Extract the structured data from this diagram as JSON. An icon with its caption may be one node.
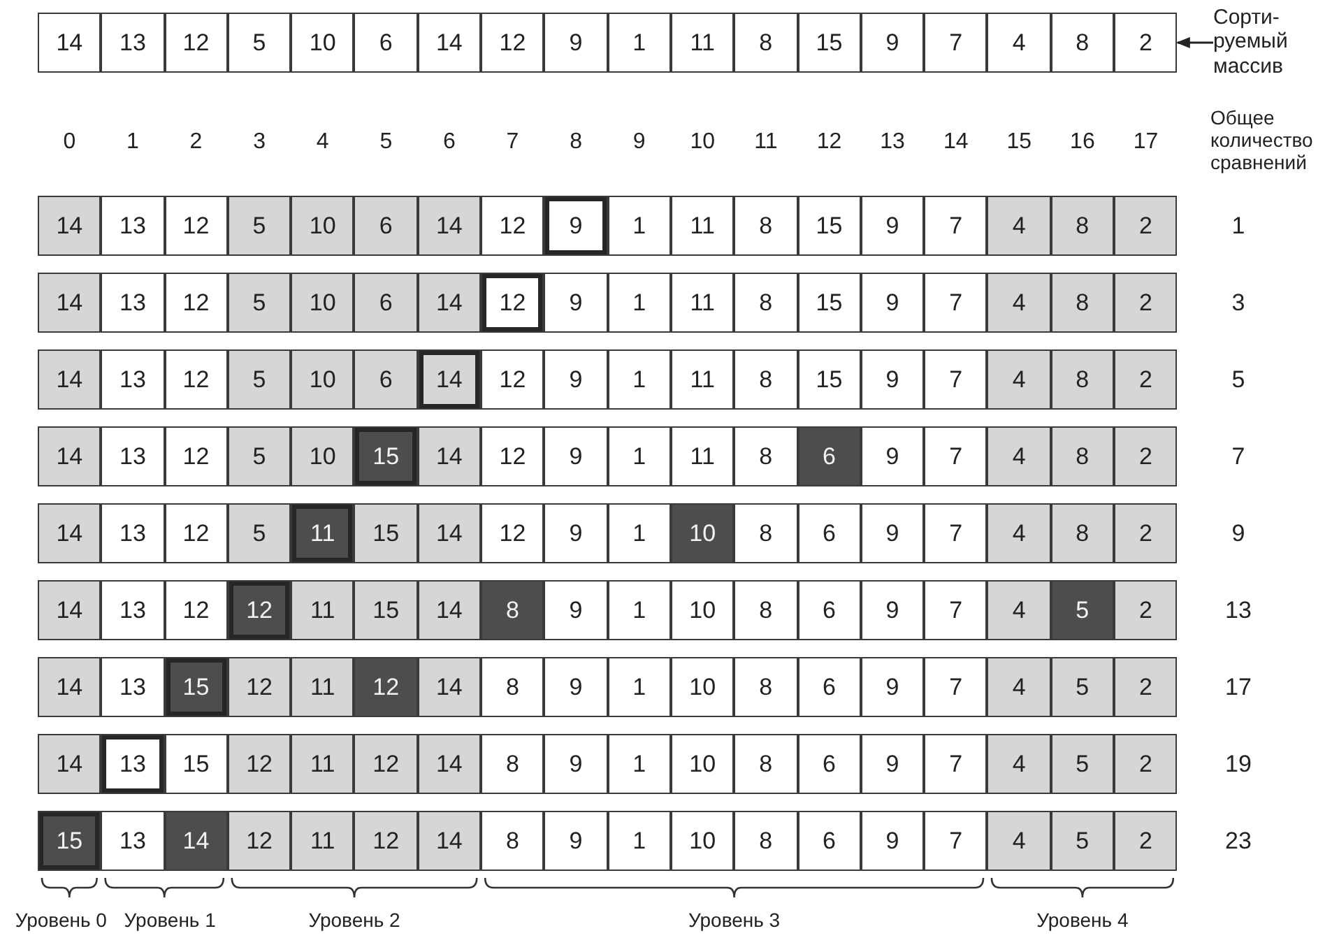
{
  "diagram": {
    "nodes": [
      {
        "text": [
          "14",
          "13",
          "12",
          "5",
          "10",
          "6",
          "14",
          "12",
          "9",
          "1",
          "11",
          "8",
          "15",
          "9",
          "7",
          "4",
          "8",
          "2"
        ]
      },
      {
        "text": [
          "Сорти- руемый массив"
        ]
      }
    ],
    "edges": [
      {
        "from": 1,
        "to": 0,
        "arrow": "to"
      }
    ],
    "labels": [
      "0",
      "1",
      "2",
      "3",
      "4",
      "5",
      "6",
      "7",
      "8",
      "9",
      "10",
      "11",
      "12",
      "13",
      "14",
      "15",
      "16",
      "17",
      "Общее количество сравнений",
      "14",
      "13",
      "12",
      "5",
      "10",
      "6",
      "14",
      "12",
      "9",
      "1",
      "11",
      "8",
      "15",
      "9",
      "7",
      "4",
      "8",
      "2",
      "1",
      "14",
      "13",
      "12",
      "5",
      "10",
      "6",
      "14",
      "12",
      "9",
      "1",
      "11",
      "8",
      "15",
      "9",
      "7",
      "4",
      "8",
      "2",
      "3",
      "14",
      "13",
      "12",
      "5",
      "10",
      "6",
      "14",
      "12",
      "9",
      "1",
      "11",
      "8",
      "15",
      "9",
      "7",
      "4",
      "8",
      "2",
      "5",
      "14",
      "13",
      "12",
      "5",
      "10",
      "15",
      "14",
      "12",
      "9",
      "1",
      "11",
      "8",
      "6",
      "9",
      "7",
      "4",
      "8",
      "2",
      "7",
      "14",
      "13",
      "12",
      "5",
      "11",
      "15",
      "14",
      "12",
      "9",
      "1",
      "10",
      "8",
      "6",
      "9",
      "7",
      "4",
      "8",
      "2",
      "9",
      "14",
      "13",
      "12",
      "12",
      "11",
      "15",
      "14",
      "8",
      "9",
      "1",
      "10",
      "8",
      "6",
      "9",
      "7",
      "4",
      "5",
      "2",
      "13",
      "14",
      "13",
      "15",
      "12",
      "11",
      "12",
      "14",
      "8",
      "9",
      "1",
      "10",
      "8",
      "6",
      "9",
      "7",
      "4",
      "5",
      "2",
      "17",
      "14",
      "13",
      "15",
      "12",
      "11",
      "12",
      "14",
      "8",
      "9",
      "1",
      "10",
      "8",
      "6",
      "9",
      "7",
      "4",
      "5",
      "2",
      "19",
      "15",
      "13",
      "14",
      "12",
      "11",
      "12",
      "14",
      "8",
      "9",
      "1",
      "10",
      "8",
      "6",
      "9",
      "7",
      "4",
      "5",
      "2",
      "23",
      "Уровень 0",
      "Уровень 1",
      "Уровень 2",
      "Уровень 3",
      "Уровень 4"
    ]
  }
}
